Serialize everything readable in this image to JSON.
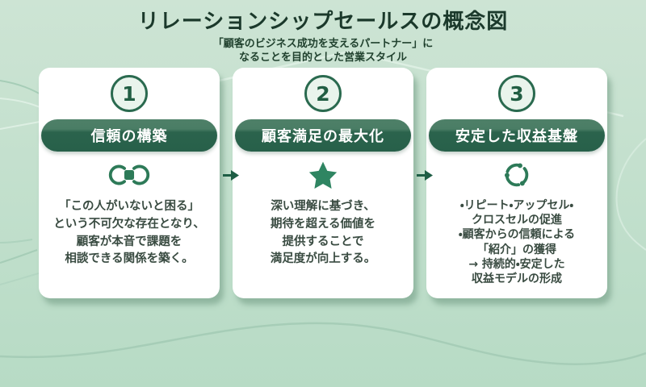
{
  "header": {
    "title": "リレーションシップセールスの概念図",
    "subtitle_line1": "「顧客のビジネス成功を支えるパートナー」に",
    "subtitle_line2": "なることを目的とした営業スタイル"
  },
  "steps": [
    {
      "number": "1",
      "heading": "信頼の構築",
      "icon": "handshake-icon",
      "lines": [
        "「この人がいないと困る」",
        "という不可欠な存在となり、",
        "顧客が本音で課題を",
        "相談できる関係を築く。"
      ]
    },
    {
      "number": "2",
      "heading": "顧客満足の最大化",
      "icon": "star-icon",
      "lines": [
        "深い理解に基づき、",
        "期待を超える価値を",
        "提供することで",
        "満足度が向上する。"
      ]
    },
    {
      "number": "3",
      "heading": "安定した収益基盤",
      "icon": "cycle-arrows-icon",
      "lines": [
        "・リピート・アップセル・",
        "クロスセルの促進",
        "・顧客からの信頼による",
        "「紹介」の獲得",
        "→ 持続的・安定した",
        "収益モデルの形成"
      ]
    }
  ],
  "colors": {
    "background_top": "#cde4d4",
    "background_bottom": "#b7dbc5",
    "card_bg": "#ffffff",
    "banner_green": "#2a624b",
    "banner_highlight": "#4e8068",
    "circle_fill": "#e9f4ec",
    "circle_border": "#2a6a4f",
    "number_text": "#215e43",
    "title_text": "#1b392b",
    "subtitle_text": "#21422f",
    "body_text": "#394b41",
    "icon_green": "#2d7a58",
    "star_green": "#2f8562",
    "arrow_green": "#1e5e45",
    "wave_light": "#ddefe3",
    "wave_dark": "#a6cdb7"
  }
}
